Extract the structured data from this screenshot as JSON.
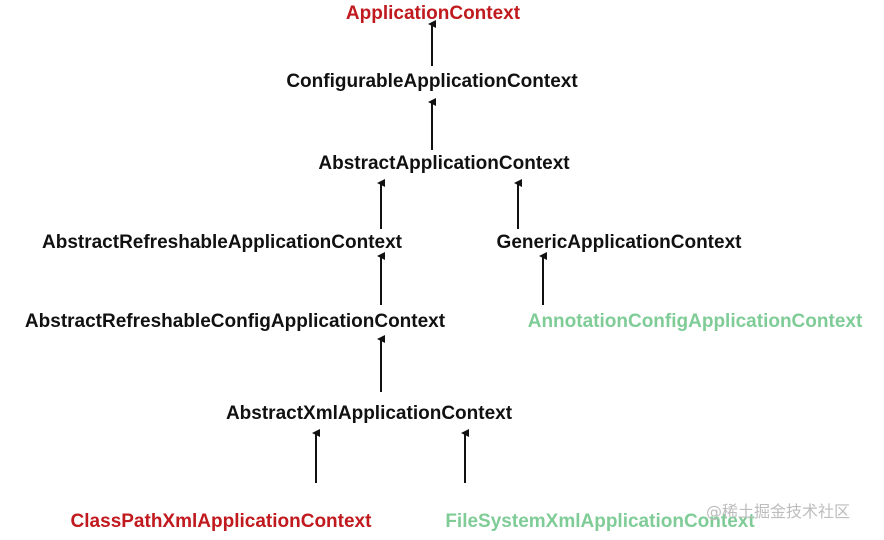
{
  "nodes": {
    "application_context": "ApplicationContext",
    "configurable_application_context": "ConfigurableApplicationContext",
    "abstract_application_context": "AbstractApplicationContext",
    "abstract_refreshable_application_context": "AbstractRefreshableApplicationContext",
    "generic_application_context": "GenericApplicationContext",
    "abstract_refreshable_config_application_context": "AbstractRefreshableConfigApplicationContext",
    "annotation_config_application_context": "AnnotationConfigApplicationContext",
    "abstract_xml_application_context": "AbstractXmlApplicationContext",
    "class_path_xml_application_context": "ClassPathXmlApplicationContext",
    "file_system_xml_application_context": "FileSystemXmlApplicationContext"
  },
  "watermark": "@稀土掘金技术社区",
  "colors": {
    "red": "#c0191e",
    "green": "#7fcc97",
    "black": "#111111",
    "watermark": "#bdbdbd"
  }
}
